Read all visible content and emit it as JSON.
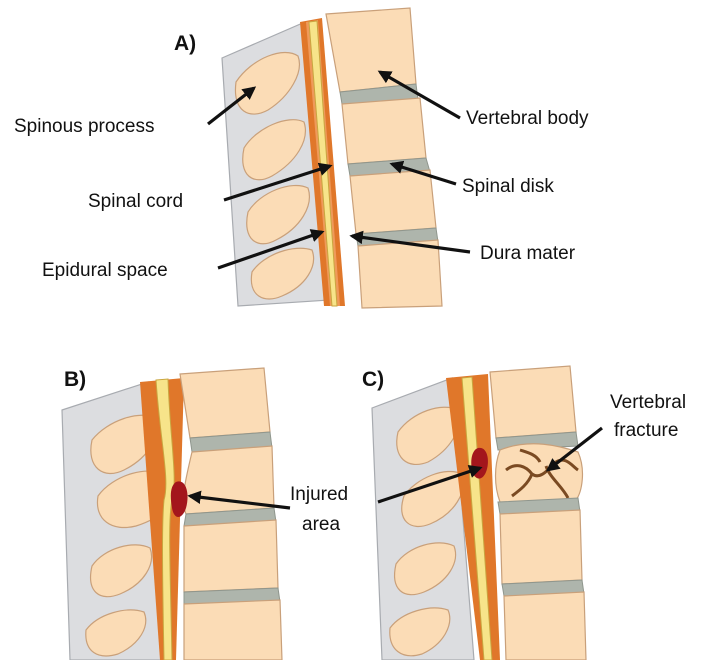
{
  "panels": {
    "a": {
      "tag": "A)"
    },
    "b": {
      "tag": "B)"
    },
    "c": {
      "tag": "C)"
    }
  },
  "labels": {
    "spinous_process": "Spinous process",
    "spinal_cord": "Spinal cord",
    "epidural_space": "Epidural space",
    "vertebral_body": "Vertebral body",
    "spinal_disk": "Spinal disk",
    "dura_mater": "Dura mater",
    "injured_area_line1": "Injured",
    "injured_area_line2": "area",
    "vertebral_fracture_line1": "Vertebral",
    "vertebral_fracture_line2": "fracture"
  },
  "colors": {
    "bone": "#fbdcb6",
    "disk": "#aeb5ac",
    "epidural": "#e0772a",
    "cord": "#f7e48a",
    "injury": "#a3161c",
    "fracture": "#7a4a22",
    "background_tissue": "#dcdde0"
  }
}
